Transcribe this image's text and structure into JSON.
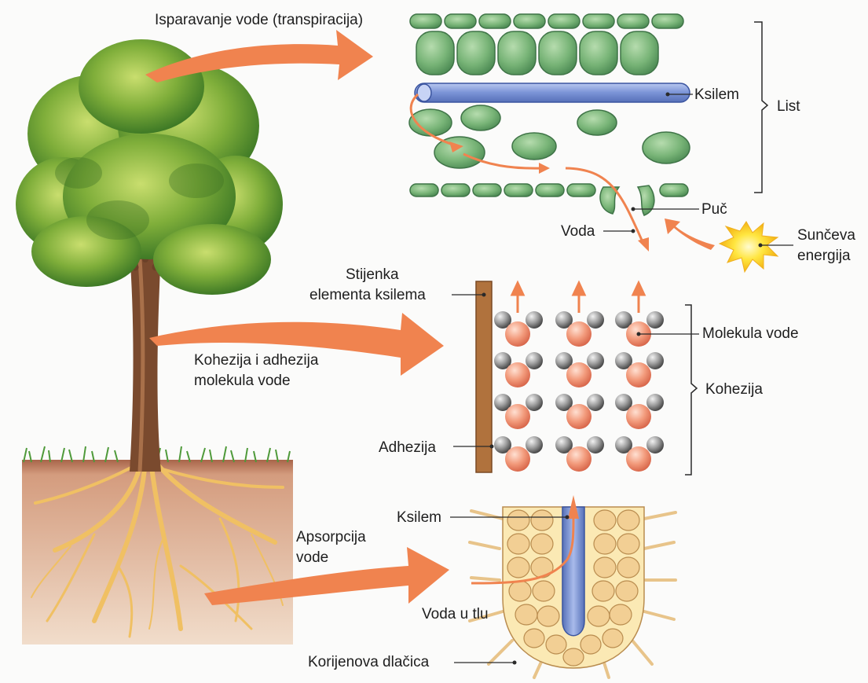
{
  "labels": {
    "transpiration": "Isparavanje vode (transpiracija)",
    "xylem_leaf": "Ksilem",
    "leaf": "List",
    "stoma": "Puč",
    "water_leaf": "Voda",
    "solar_line1": "Sunčeva",
    "solar_line2": "energija",
    "xylem_wall_line1": "Stijenka",
    "xylem_wall_line2": "elementa ksilema",
    "water_molecule": "Molekula vode",
    "cohesion_adhesion_line1": "Kohezija i adhezija",
    "cohesion_adhesion_line2": "molekula vode",
    "cohesion": "Kohezija",
    "adhesion": "Adhezija",
    "xylem_root": "Ksilem",
    "absorption_line1": "Apsorpcija",
    "absorption_line2": "vode",
    "soil_water": "Voda u tlu",
    "root_hair": "Korijenova dlačica"
  },
  "colors": {
    "arrow": "#f0834f",
    "leaf_cell": "#6fae70",
    "xylem": "#7a93d6",
    "wall": "#b0723d",
    "oxygen": "#f09274",
    "hydrogen": "#8c8c8c",
    "root_cell": "#f2cf94",
    "soil": "#d9b08e",
    "foliage": "#4f8f2c",
    "sun": "#f7d21e"
  }
}
